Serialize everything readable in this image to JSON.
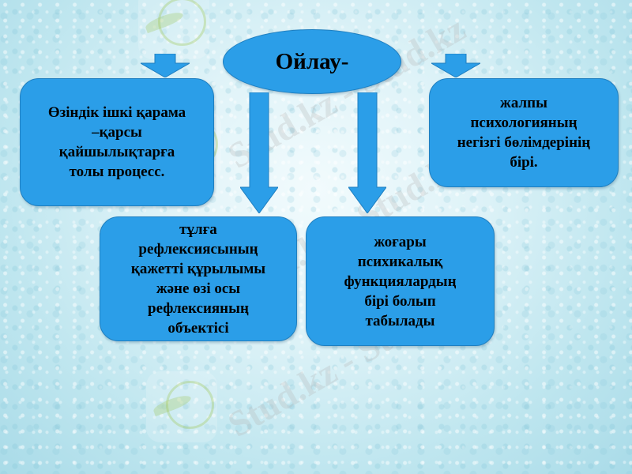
{
  "diagram": {
    "center": {
      "label": "Ойлау-"
    },
    "boxes": [
      {
        "id": "top-left",
        "text": "Өзіндік ішкі қарама\n–қарсы\nқайшылықтарға\nтолы процесс."
      },
      {
        "id": "top-right",
        "text": "жалпы\nпсихологияның\nнегізгі бөлімдерінің\nбірі."
      },
      {
        "id": "bottom-left",
        "text": "тұлға\nрефлексиясының\nқажетті құрылымы\nжәне өзі осы\nрефлексияның\nобъектісі"
      },
      {
        "id": "bottom-right",
        "text": "жоғары\nпсихикалық\nфункциялардың\nбірі болып\nтабылады"
      }
    ],
    "colors": {
      "shape_fill": "#2b9ee8",
      "shape_border": "#1f7fc0",
      "text": "#000000",
      "background": "#cdeef5"
    }
  },
  "watermark": {
    "text": "Stud.kz",
    "text_long": "Stud.kz - Stud.kz"
  }
}
